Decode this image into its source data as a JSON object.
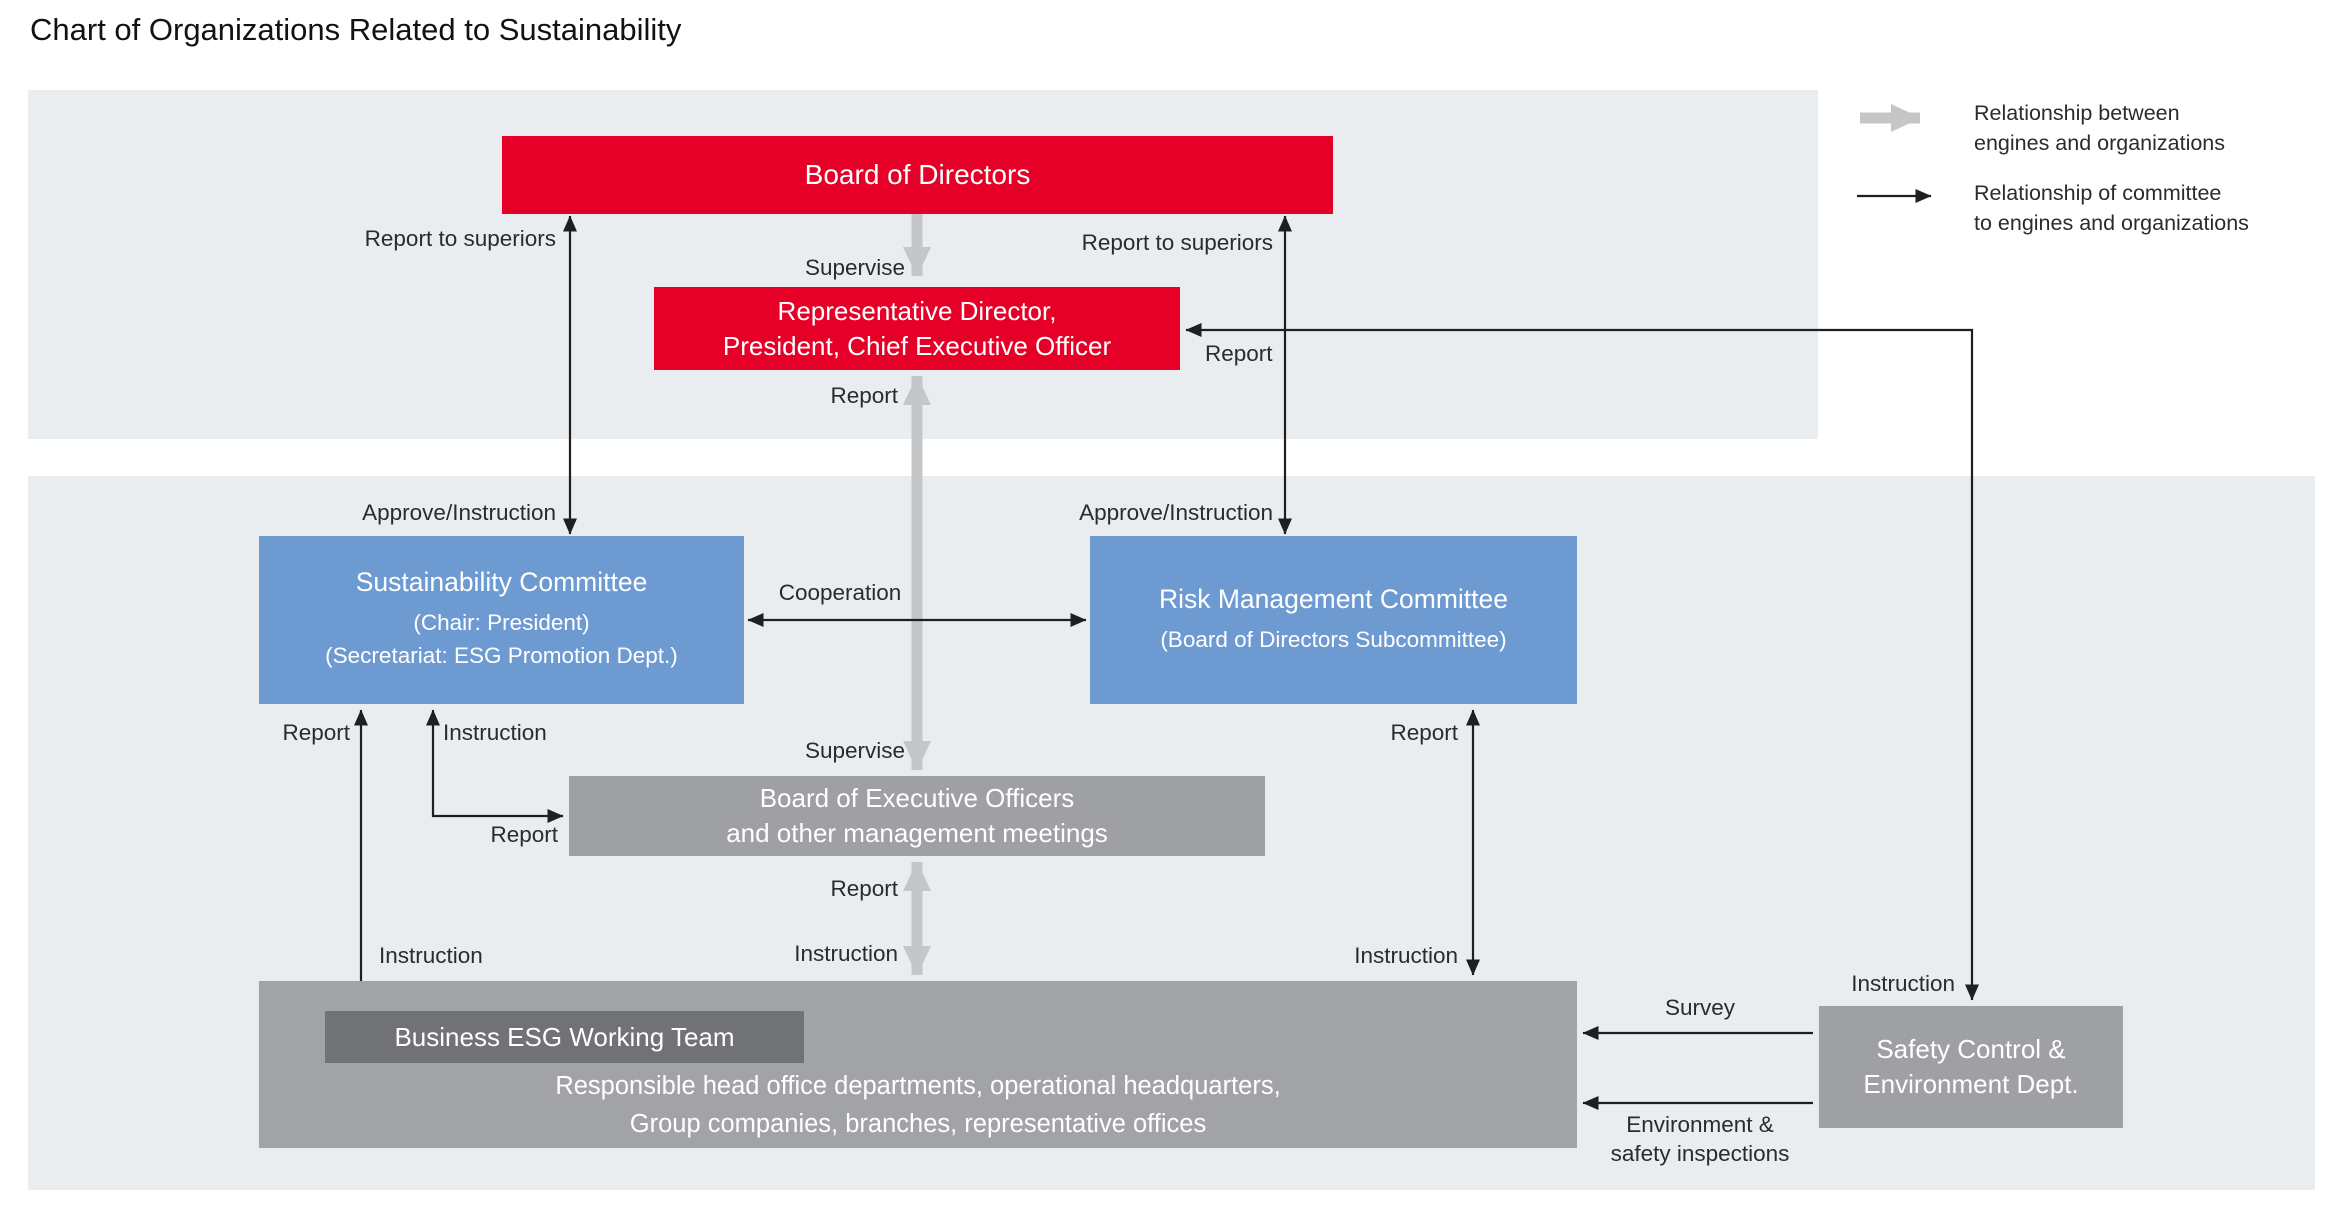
{
  "title": "Chart of Organizations Related to Sustainability",
  "legend": {
    "thick_arrow": "Relationship between\nengines and organizations",
    "thin_arrow": "Relationship of committee\nto engines and organizations"
  },
  "boxes": {
    "board_of_directors": "Board of Directors",
    "representative_director": "Representative Director,\nPresident, Chief Executive Officer",
    "sustainability_committee": {
      "title": "Sustainability Committee",
      "subtitle": "(Chair: President)\n(Secretariat: ESG Promotion Dept.)"
    },
    "risk_management_committee": {
      "title": "Risk Management Committee",
      "subtitle": "(Board of Directors Subcommittee)"
    },
    "board_of_executive_officers": "Board of Executive Officers\nand other management meetings",
    "business_esg_working_team": "Business ESG Working Team",
    "responsible_departments": "Responsible head office departments, operational headquarters,\nGroup companies, branches, representative offices",
    "safety_control_dept": "Safety Control &\nEnvironment Dept."
  },
  "labels": {
    "report_to_superiors_left": "Report to superiors",
    "report_to_superiors_right": "Report to superiors",
    "supervise_top": "Supervise",
    "report_to_president": "Report",
    "report_upper_center": "Report",
    "approve_instruction_left": "Approve/Instruction",
    "approve_instruction_right": "Approve/Instruction",
    "cooperation": "Cooperation",
    "supervise_mid": "Supervise",
    "report_sustainability": "Report",
    "instruction_elbow": "Instruction",
    "report_elbow": "Report",
    "instruction_left_lower": "Instruction",
    "report_lower_center": "Report",
    "instruction_center": "Instruction",
    "report_risk": "Report",
    "instruction_right_lower": "Instruction",
    "instruction_safety": "Instruction",
    "survey": "Survey",
    "environment_inspections": "Environment &\nsafety inspections"
  },
  "colors": {
    "red": "#e60028",
    "blue": "#6d9ad1",
    "gray-box": "#9ea0a3",
    "gray-box-2": "#a2a3a6",
    "dark-gray-box": "#717276",
    "panel": "#e9edf0",
    "thick-arrow": "#c5c6c8",
    "thin-arrow": "#1f1f1f",
    "label-text": "#2b2b2b",
    "box-text": "#ffffff"
  }
}
